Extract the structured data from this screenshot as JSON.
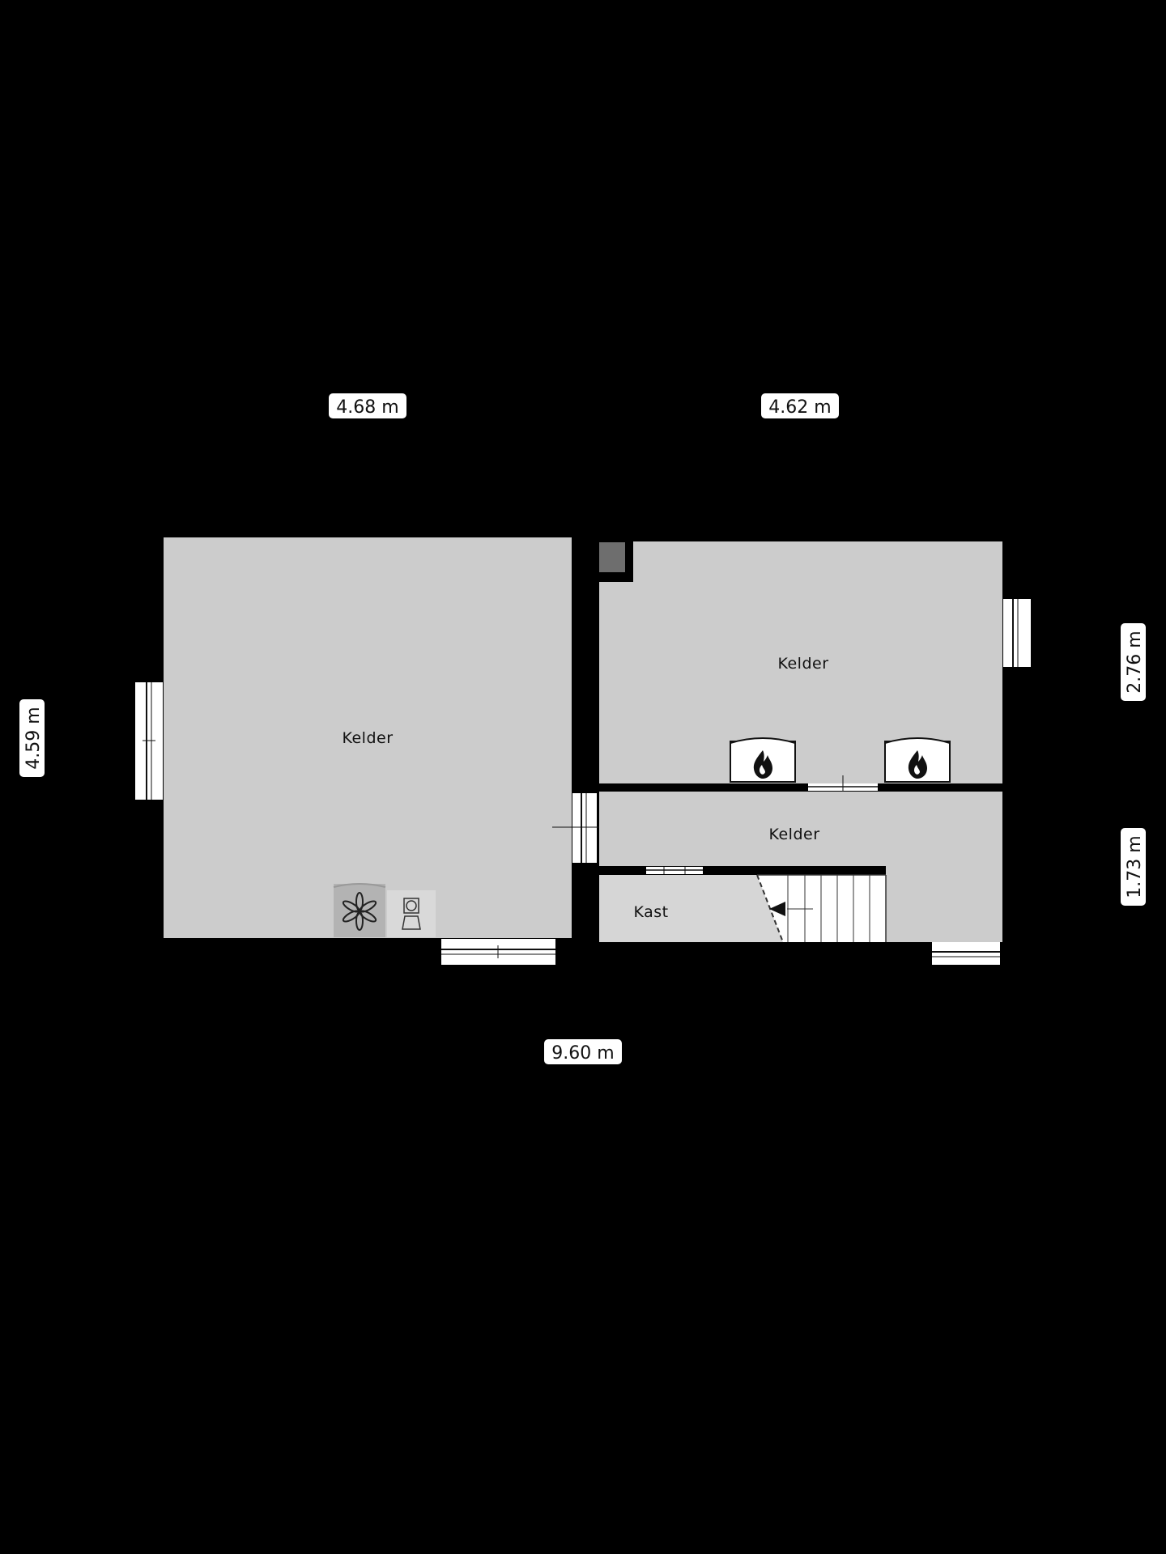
{
  "plan": {
    "colors": {
      "background": "#000000",
      "room_fill": "#cccccc",
      "closet_fill": "#d6d6d6",
      "wall": "#000000",
      "label_bg": "#ffffff",
      "window": "#ffffff",
      "appliance_dark": "#b3b3b3",
      "column": "#6e6e6e"
    },
    "rooms": {
      "left": "Kelder",
      "right_top": "Kelder",
      "right_middle": "Kelder",
      "closet": "Kast"
    },
    "dimensions": {
      "top_left": "4.68 m",
      "top_right": "4.62 m",
      "left": "4.59 m",
      "right_top": "2.76 m",
      "right_bottom": "1.73 m",
      "bottom_total": "9.60 m"
    },
    "icons": {
      "boiler": "flame-icon",
      "fan": "fan-icon",
      "washer": "washing-machine-icon",
      "stairs": "staircase-icon"
    }
  }
}
